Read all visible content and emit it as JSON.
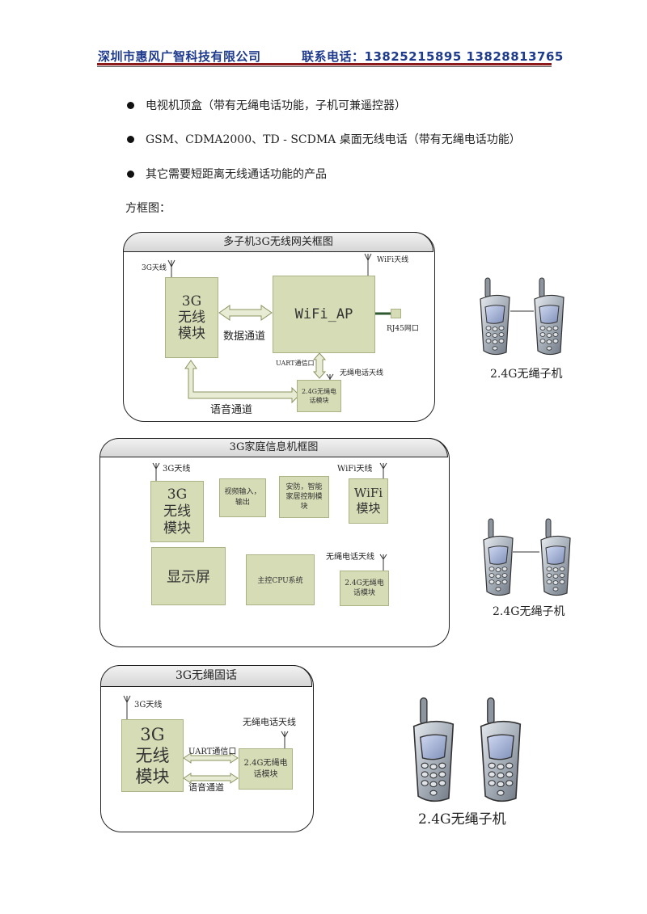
{
  "header": {
    "company": "深圳市惠风广智科技有限公司",
    "contact": "联系电话：13825215895  13828813765"
  },
  "bullets": [
    "电视机顶盒（带有无绳电话功能，子机可兼遥控器）",
    "GSM、CDMA2000、TD - SCDMA 桌面无线电话（带有无绳电话功能）",
    "其它需要短距离无线通话功能的产品"
  ],
  "section_title": "方框图：",
  "diagram1": {
    "title": "多子机3G无线网关框图",
    "antenna_3g": "3G天线",
    "antenna_wifi": "WiFi天线",
    "module_3g": "3G\n无线\n模块",
    "wifi_ap": "WiFi_AP",
    "rj45": "RJ45网口",
    "data_channel": "数据通道",
    "uart": "UART通信口",
    "cordless_antenna": "无绳电话天线",
    "cordless_module": "2.4G无绳电\n话模块",
    "voice_channel": "语音通道"
  },
  "diagram2": {
    "title": "3G家庭信息机框图",
    "antenna_3g": "3G天线",
    "antenna_wifi": "WiFi天线",
    "module_3g": "3G\n无线\n模块",
    "video_io": "视频输入，\n输出",
    "security": "安防，智能\n家居控制模\n块",
    "wifi_module": "WiFi\n模块",
    "display": "显示屏",
    "cpu": "主控CPU系统",
    "cordless_antenna": "无绳电话天线",
    "cordless_module": "2.4G无绳电\n话模块"
  },
  "diagram3": {
    "title": "3G无绳固话",
    "antenna_3g": "3G天线",
    "cordless_antenna": "无绳电话天线",
    "module_3g": "3G\n无线\n模块",
    "uart": "UART通信口",
    "voice_channel": "语音通道",
    "cordless_module": "2.4G无绳电\n话模块"
  },
  "phones": {
    "caption1": "2.4G无绳子机",
    "caption2": "2.4G无绳子机",
    "caption3": "2.4G无绳子机"
  },
  "colors": {
    "header_text": "#1f3b8c",
    "header_rule": "#8b1a1a",
    "module_fill": "#d6dcb6",
    "link_green": "#2f5a2f",
    "phone_body": "#9aa3ad"
  }
}
